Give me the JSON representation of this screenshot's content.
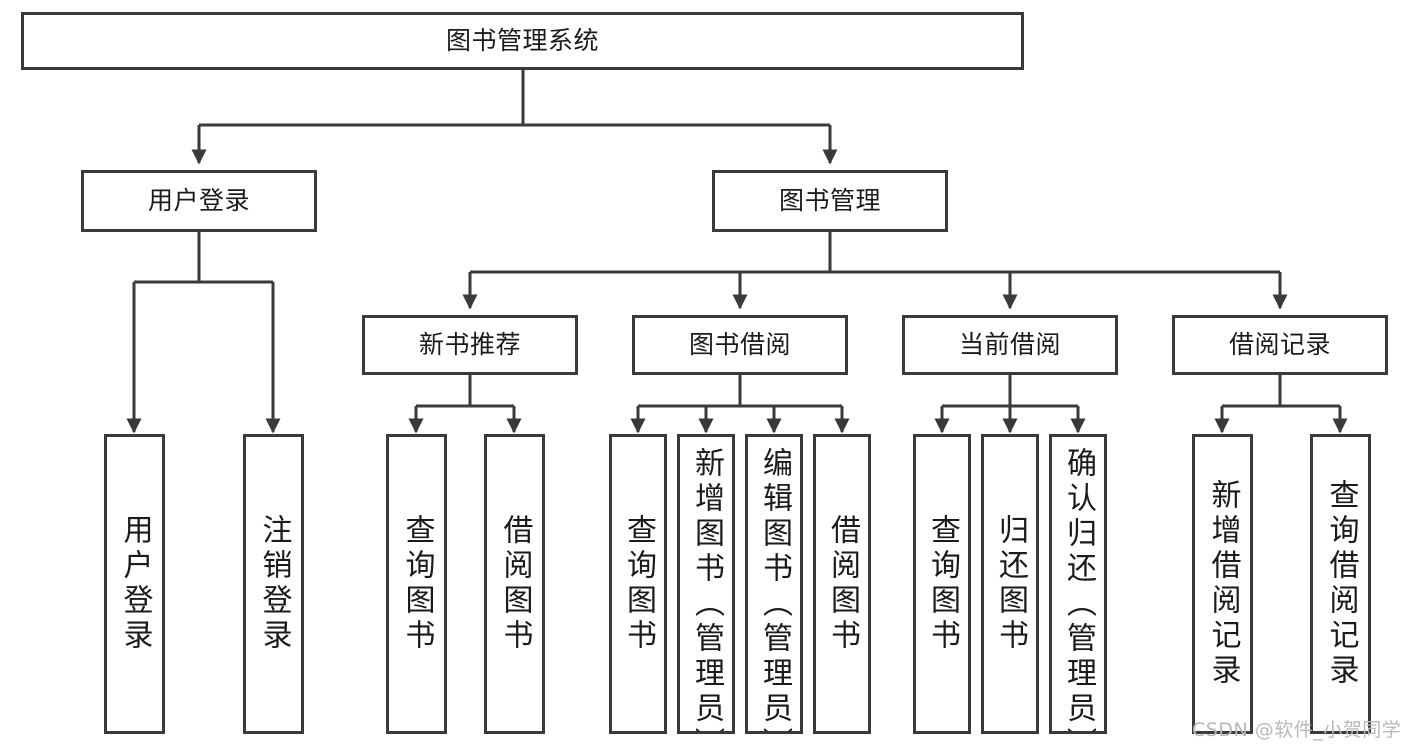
{
  "diagram": {
    "type": "tree-hierarchy-diagram",
    "title": "图书管理系统",
    "watermark": "CSDN @软件_小贺同学",
    "colors": {
      "box_border": "#3a3a3a",
      "box_fill": "#ffffff",
      "edge": "#3a3a3a",
      "text": "#1b1b1b",
      "watermark": "#b9b9b9"
    },
    "levels": {
      "level1": [
        "图书管理系统"
      ],
      "level2": [
        "用户登录",
        "图书管理"
      ],
      "level3": [
        "新书推荐",
        "图书借阅",
        "当前借阅",
        "借阅记录"
      ],
      "level4": [
        "用户登录",
        "注销登录",
        "查询图书",
        "借阅图书",
        "查询图书",
        "新增图书（管理员）",
        "编辑图书（管理员）",
        "借阅图书",
        "查询图书",
        "归还图书",
        "确认归还（管理员）",
        "新增借阅记录",
        "查询借阅记录"
      ]
    },
    "nodes": {
      "root": {
        "label": "图书管理系统"
      },
      "user_login": {
        "label": "用户登录"
      },
      "book_manage": {
        "label": "图书管理"
      },
      "new_book_rec": {
        "label": "新书推荐"
      },
      "book_borrow": {
        "label": "图书借阅"
      },
      "current_borrow": {
        "label": "当前借阅"
      },
      "borrow_record": {
        "label": "借阅记录"
      },
      "leaf_user_login": {
        "label": "用户登录"
      },
      "leaf_logout": {
        "label": "注销登录"
      },
      "leaf_query_book_a": {
        "label": "查询图书"
      },
      "leaf_borrow_book_a": {
        "label": "借阅图书"
      },
      "leaf_query_book_b": {
        "label": "查询图书"
      },
      "leaf_add_book": {
        "label": "新增图书（管理员）"
      },
      "leaf_edit_book": {
        "label": "编辑图书（管理员）"
      },
      "leaf_borrow_book_b": {
        "label": "借阅图书"
      },
      "leaf_query_book_c": {
        "label": "查询图书"
      },
      "leaf_return_book": {
        "label": "归还图书"
      },
      "leaf_confirm_return": {
        "label": "确认归还（管理员）"
      },
      "leaf_add_record": {
        "label": "新增借阅记录"
      },
      "leaf_query_record": {
        "label": "查询借阅记录"
      }
    }
  }
}
